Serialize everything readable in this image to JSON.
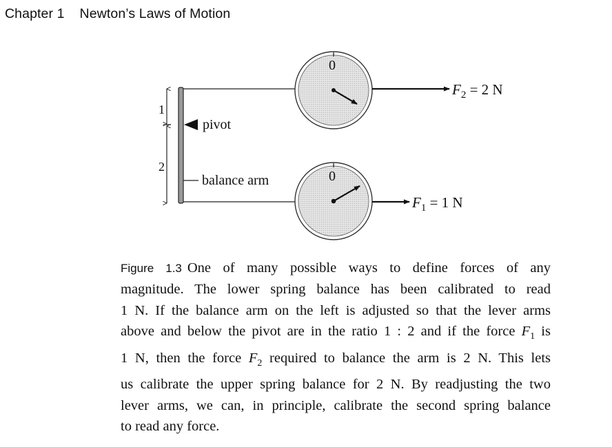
{
  "header": {
    "chapter_label": "Chapter 1",
    "chapter_title": "Newton’s Laws of Motion"
  },
  "figure": {
    "upper_dial_zero": "0",
    "lower_dial_zero": "0",
    "upper_force": {
      "symbol": "F",
      "subscript": "2",
      "value": " = 2 N"
    },
    "lower_force": {
      "symbol": "F",
      "subscript": "1",
      "value": " = 1 N"
    },
    "lever_upper_length": "1",
    "lever_lower_length": "2",
    "pivot_label": "pivot",
    "arm_label": "balance arm"
  },
  "caption": {
    "label": "Figure 1.3",
    "lines": [
      "One of many possible ways to define forces of any",
      "magnitude. The lower spring balance has been calibrated to read",
      "1 N. If the balance arm on the left is adjusted so that the lever arms",
      "above and below the pivot are in the ratio 1 : 2 and if the force ",
      "1 N, then the force ",
      "us calibrate the upper spring balance for 2 N. By readjusting the two",
      "lever arms, we can, in principle, calibrate the second spring balance",
      "to read any force."
    ],
    "line4_symbol": "F",
    "line4_subscript": "1",
    "line4_tail": " is",
    "line5_symbol": "F",
    "line5_subscript": "2",
    "line5_tail": " required to balance the arm is 2 N. This lets"
  }
}
